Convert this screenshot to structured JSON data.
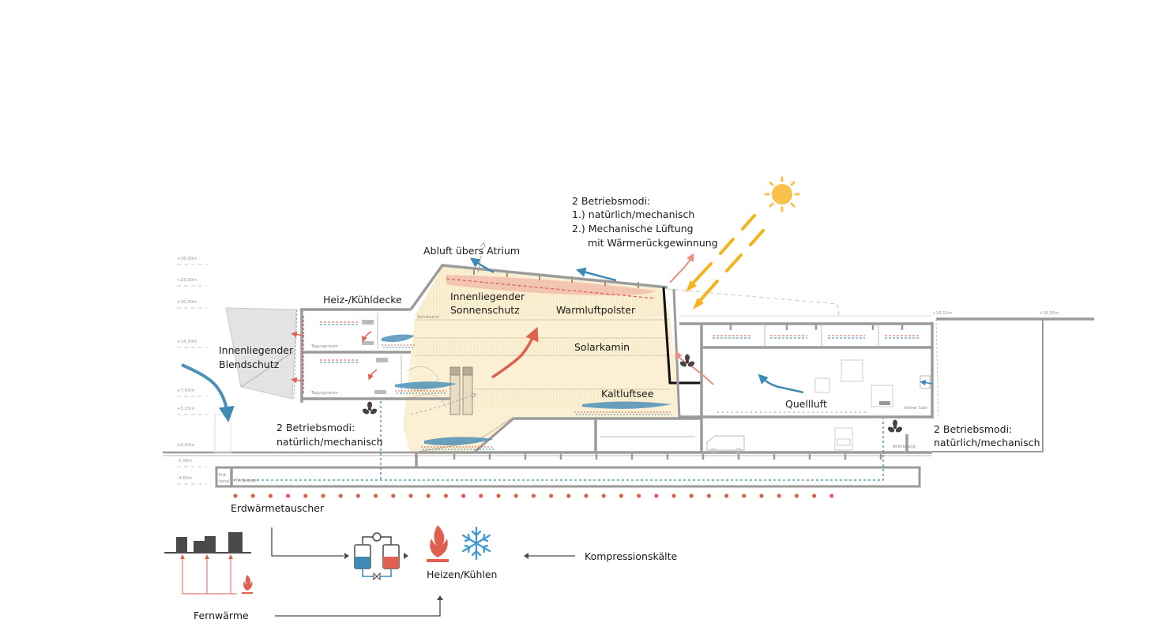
{
  "diagram": {
    "title_block": {
      "modes_heading": "2 Betriebsmodi:",
      "modes_line1": "1.) natürlich/mechanisch",
      "modes_line2": "2.) Mechanische Lüftung",
      "modes_line3": "mit Wärmerückgewinnung"
    },
    "labels": {
      "abluft": "Abluft übers Atrium",
      "heiz_kuehldecke": "Heiz-/Kühldecke",
      "sonnenschutz_1": "Innenliegender",
      "sonnenschutz_2": "Sonnenschutz",
      "warmluftpolster": "Warmluftpolster",
      "solarkamin": "Solarkamin",
      "blendschutz_1": "Innenliegender",
      "blendschutz_2": "Blendschutz",
      "kaltluftsee": "Kaltluftsee",
      "quellluft": "Quellluft",
      "left_modes_1": "2 Betriebsmodi:",
      "left_modes_2": "natürlich/mechanisch",
      "right_modes_1": "2 Betriebsmodi:",
      "right_modes_2": "natürlich/mechanisch",
      "erdwaermetauscher": "Erdwärmetauscher"
    },
    "small_labels": {
      "tagungsraum_upper": "Tagungsraum",
      "tagungsraum_lower": "Tagungsraum",
      "solarkamin_small": "Solarkamin",
      "kleiner_saal": "kleiner Saal",
      "anlieferung": "Anlieferung",
      "erdkanal_1": "Erd-",
      "erdkanal_2": "kanal",
      "tiefgarage": "Tiefgarage"
    },
    "levels": [
      "+26,00m",
      "+23,00m",
      "+20,00m",
      "+14,50m",
      "+7,65m",
      "+5,15m",
      "±0,00m",
      "-2,00m",
      "-4,60m"
    ],
    "level_right_1": "+18,50m",
    "level_right_2": "+18,50m",
    "energy": {
      "fernwaerme": "Fernwärme",
      "heizen_kuehlen": "Heizen/Kühlen",
      "kompressionskaelte": "Kompressionskälte"
    },
    "icons": {
      "sun": "sun-icon",
      "fan": "fan-icon",
      "flame": "flame-icon",
      "snowflake": "snowflake-icon",
      "heat_pump": "heat-pump-icon",
      "district_heating": "district-heating-icon",
      "van": "van-icon",
      "truck": "truck-icon"
    },
    "colors": {
      "warm": "#e0604f",
      "cool": "#3f8ab5",
      "sun": "#f8c24a",
      "sun_rays": "#f5b41f",
      "atrium_fill": "#fbefd2",
      "wall": "#9b9b9b",
      "text": "#1a1a1a",
      "dark_icon": "#4a4a4a"
    }
  }
}
